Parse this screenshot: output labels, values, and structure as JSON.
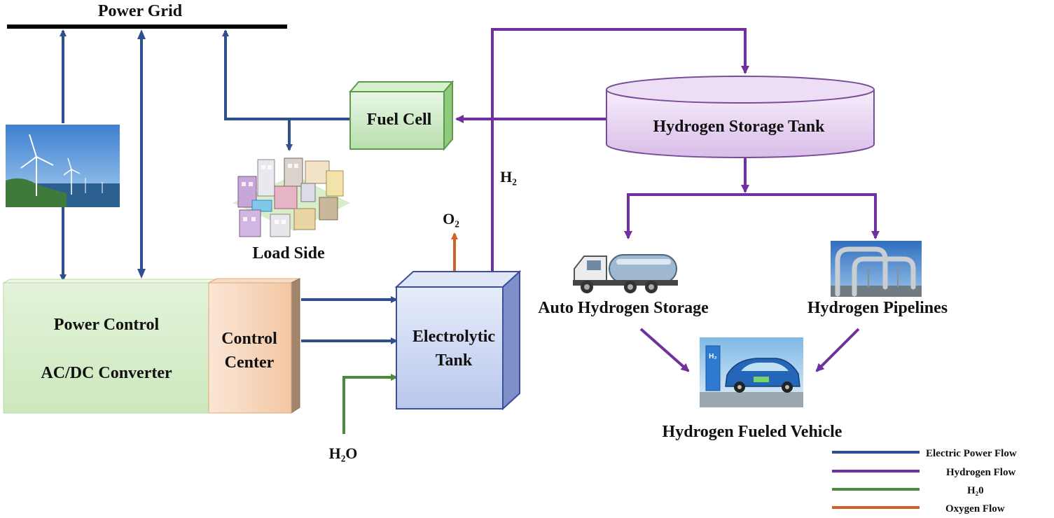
{
  "labels": {
    "power_grid": "Power Grid",
    "fuel_cell": "Fuel Cell",
    "hydrogen_storage_tank": "Hydrogen Storage Tank",
    "h2": "H₂",
    "o2": "O₂",
    "load_side": "Load Side",
    "power_control": "Power Control",
    "ac_dc_converter": "AC/DC Converter",
    "control_center_line1": "Control",
    "control_center_line2": "Center",
    "electrolytic_line1": "Electrolytic",
    "electrolytic_line2": "Tank",
    "h2o": "H₂O",
    "auto_hydrogen_storage": "Auto Hydrogen Storage",
    "hydrogen_pipelines": "Hydrogen Pipelines",
    "hydrogen_fueled_vehicle": "Hydrogen Fueled Vehicle",
    "tank_h2_sign": "H₂"
  },
  "legend": [
    {
      "label": "Electric Power Flow",
      "color": "#2f4f8f"
    },
    {
      "label": "Hydrogen Flow",
      "color": "#7030a0"
    },
    {
      "label": "H₂0",
      "color": "#4a8a3a"
    },
    {
      "label": "Oxygen Flow",
      "color": "#d2602a"
    }
  ],
  "colors": {
    "electric": "#2f4f8f",
    "hydrogen": "#7030a0",
    "water": "#4a8a3a",
    "oxygen": "#d2602a"
  },
  "icons": [
    "wind-turbine-icon",
    "buildings-icon",
    "tanker-truck-icon",
    "pipelines-icon",
    "fuel-car-icon"
  ]
}
